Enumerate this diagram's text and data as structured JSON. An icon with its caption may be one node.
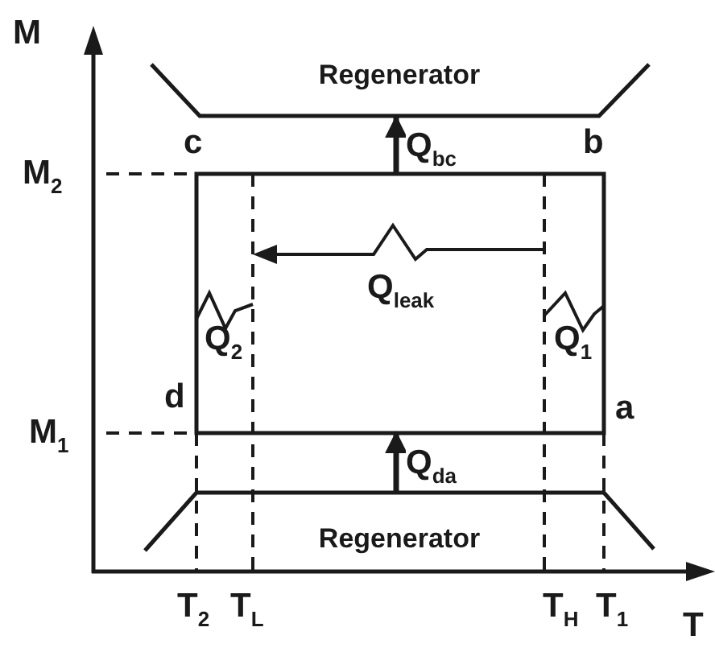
{
  "diagram": {
    "nodes": [
      {
        "text": [
          "Regenerator"
        ]
      },
      {
        "text": [
          "Regenerator"
        ]
      },
      {
        "text": [],
        "shape": "box"
      }
    ],
    "edges": [
      {
        "from": 2,
        "to": 0,
        "arrow": "to",
        "label": "Q$_{bc}$"
      },
      {
        "from": 1,
        "to": 2,
        "arrow": "to",
        "label": "Q$_{da}$"
      }
    ],
    "labels": [
      "M",
      "M$_{2}$",
      "c",
      "b",
      "Q$_{leak}$",
      "Q$_{2}$",
      "Q$_{1}$",
      "M$_{1}$",
      "d",
      "a",
      "T$_{2}$",
      "T$_{L}$",
      "T$_{H}$",
      "T$_{1}$",
      "T"
    ]
  }
}
